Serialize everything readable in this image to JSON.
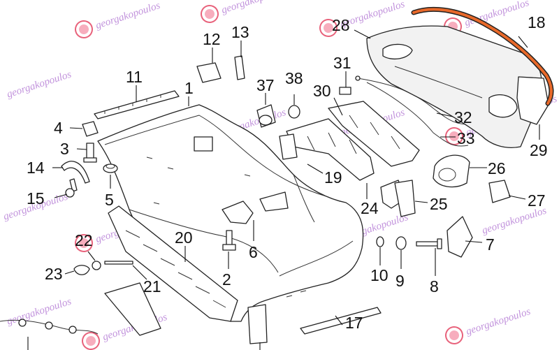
{
  "diagram": {
    "callouts": [
      "1",
      "2",
      "3",
      "4",
      "5",
      "6",
      "7",
      "8",
      "9",
      "10",
      "11",
      "12",
      "13",
      "14",
      "15",
      "17",
      "18",
      "19",
      "20",
      "21",
      "22",
      "23",
      "24",
      "25",
      "26",
      "27",
      "28",
      "29",
      "30",
      "31",
      "32",
      "33",
      "37",
      "38"
    ],
    "watermark_text": "georgakopoulos",
    "highlight_color": "#e8692a"
  }
}
